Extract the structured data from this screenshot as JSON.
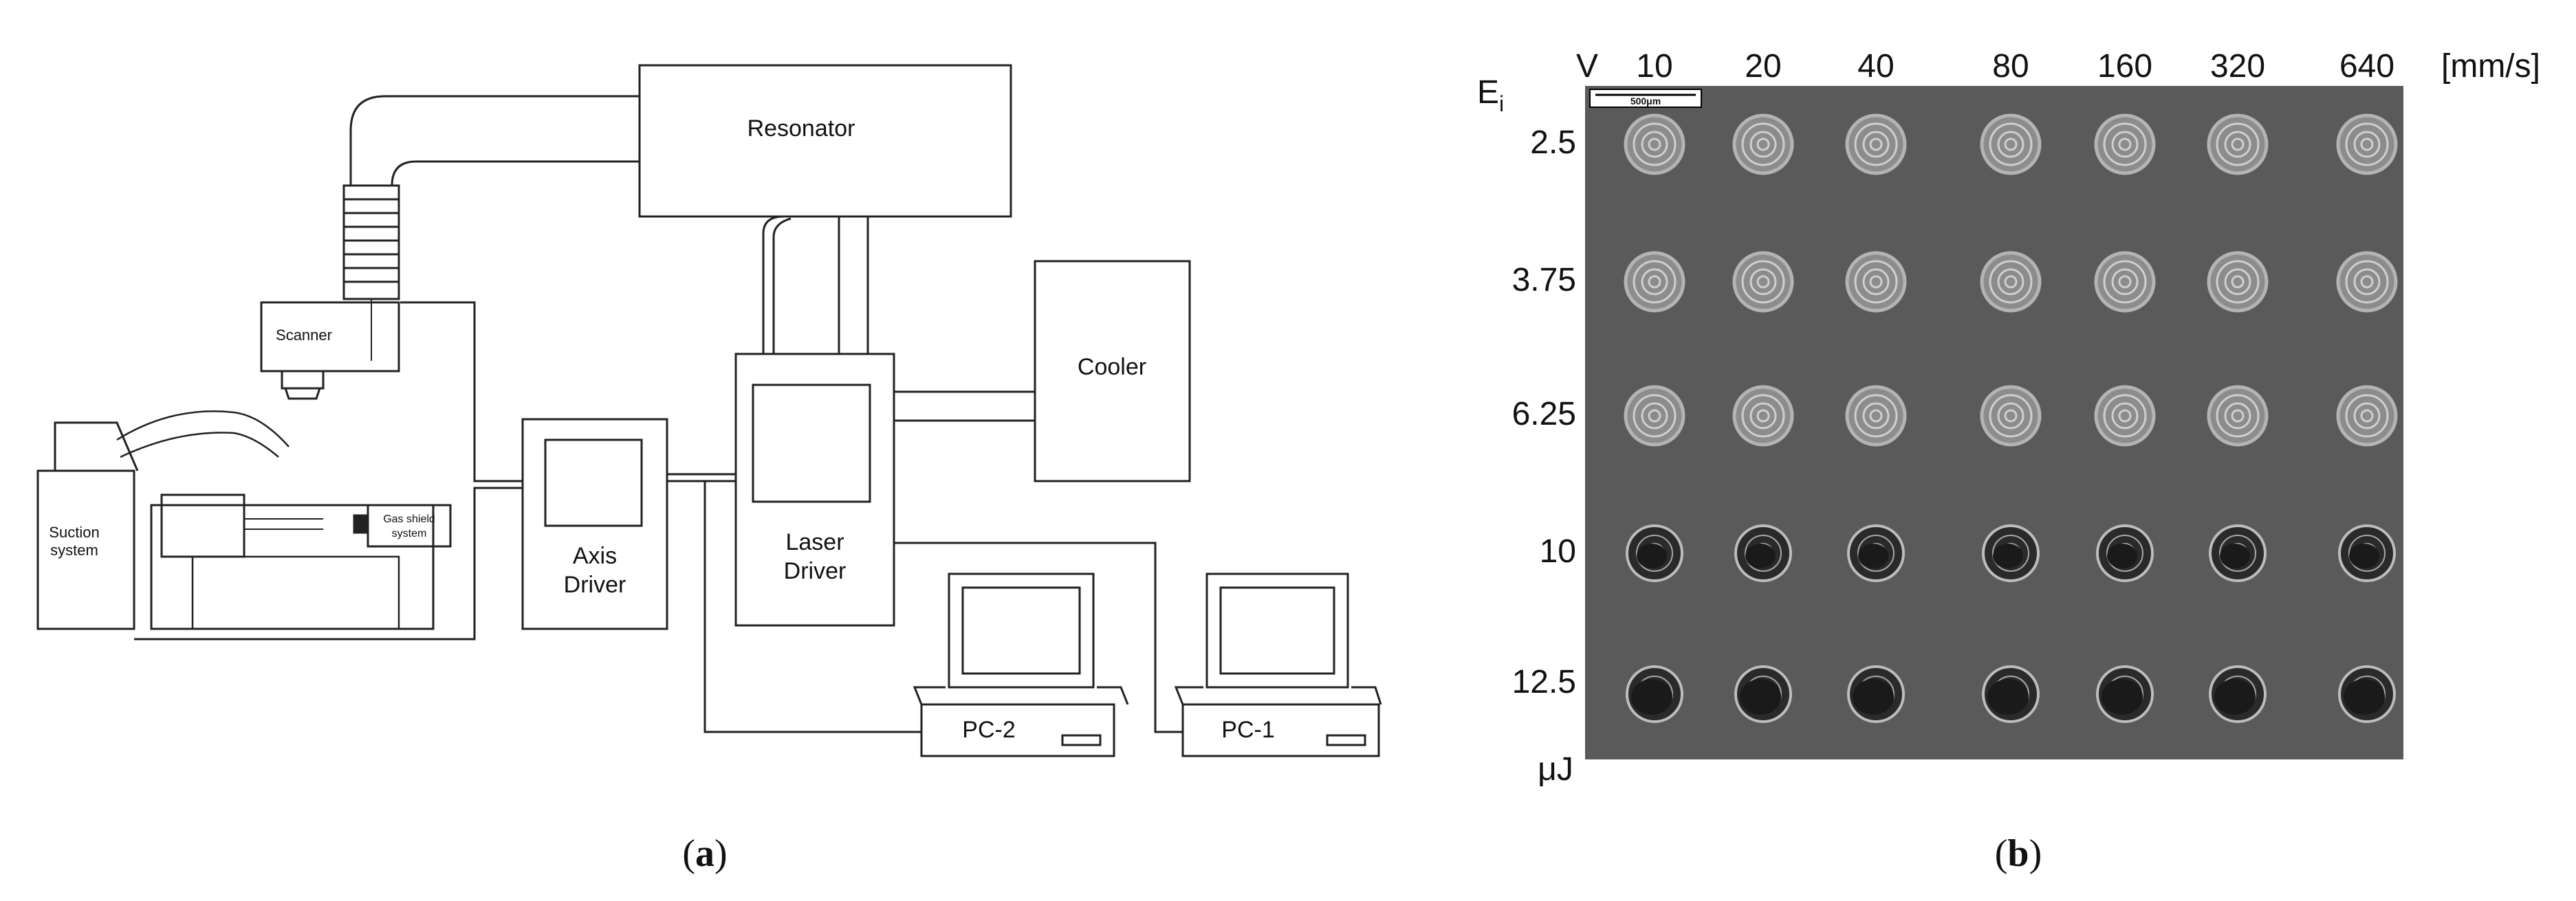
{
  "panel_a": {
    "caption_open": "(",
    "caption_letter": "a",
    "caption_close": ")",
    "labels": {
      "resonator": "Resonator",
      "scanner": "Scanner",
      "cooler": "Cooler",
      "suction_line1": "Suction",
      "suction_line2": "system",
      "gas_shield_line1": "Gas shield",
      "gas_shield_line2": "system",
      "axis_driver_line1": "Axis",
      "axis_driver_line2": "Driver",
      "laser_driver_line1": "Laser",
      "laser_driver_line2": "Driver",
      "pc2": "PC-2",
      "pc1": "PC-1"
    }
  },
  "panel_b": {
    "caption_open": "(",
    "caption_letter": "b",
    "caption_close": ")",
    "v_label": "V",
    "unit_speed": "[mm/s]",
    "e_label_main": "E",
    "e_label_sub": "i",
    "unit_energy": "μJ",
    "scale_bar": "500μm",
    "speeds": [
      "10",
      "20",
      "40",
      "80",
      "160",
      "320",
      "640"
    ],
    "energies": [
      "2.5",
      "3.75",
      "6.25",
      "10",
      "12.5"
    ],
    "colors": {
      "sem_background": "#5a5a5a",
      "crater_light": "#b4b4b4",
      "crater_dark": "#1a1a1a"
    }
  }
}
